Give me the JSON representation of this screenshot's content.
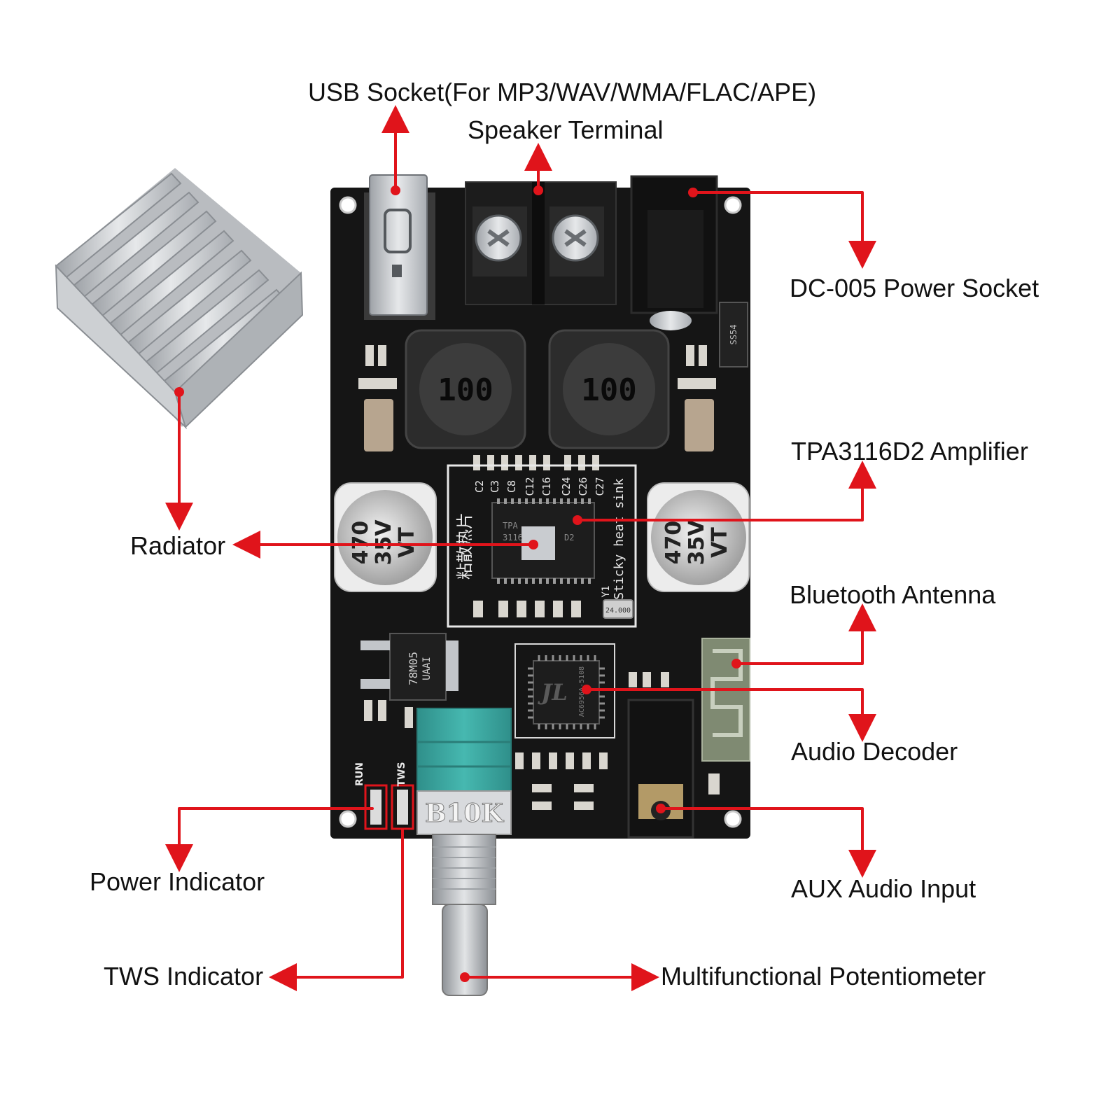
{
  "labels": {
    "usb_socket": "USB Socket(For MP3/WAV/WMA/FLAC/APE)",
    "speaker_terminal": "Speaker Terminal",
    "dc_power_socket": "DC-005 Power Socket",
    "tpa_amplifier": "TPA3116D2 Amplifier",
    "radiator": "Radiator",
    "bluetooth_antenna": "Bluetooth Antenna",
    "audio_decoder": "Audio Decoder",
    "aux_input": "AUX Audio Input",
    "power_indicator": "Power Indicator",
    "tws_indicator": "TWS Indicator",
    "potentiometer": "Multifunctional Potentiometer"
  },
  "board_markings": {
    "inductor_left": "100",
    "inductor_right": "100",
    "cap_left_value": "470",
    "cap_left_voltage": "35V",
    "cap_left_code": "VT",
    "cap_right_value": "470",
    "cap_right_voltage": "35V",
    "cap_right_code": "VT",
    "heatsink_note_cn": "粘散热片",
    "heatsink_note_en": "Sticky heat sink",
    "amp_chip_line1": "TPA",
    "amp_chip_line2": "3116",
    "amp_chip_line3": "D2",
    "regulator_line1": "78M05",
    "regulator_line2": "UAAI",
    "decoder_logo": "JL",
    "decoder_part": "AC6956A-5108",
    "crystal": "24.000",
    "diode": "SS54",
    "pot_marking": "B10K",
    "led_run": "RUN",
    "led_tws": "TWS",
    "cap_labels": [
      "C2",
      "C3",
      "C8",
      "C12",
      "C16",
      "C24",
      "C26",
      "C27"
    ],
    "y1": "Y1"
  },
  "colors": {
    "arrow": "#e0141b",
    "pcb": "#151515",
    "heatsink": "#c9ccd0",
    "potentiometer": "#3aa6a0"
  }
}
